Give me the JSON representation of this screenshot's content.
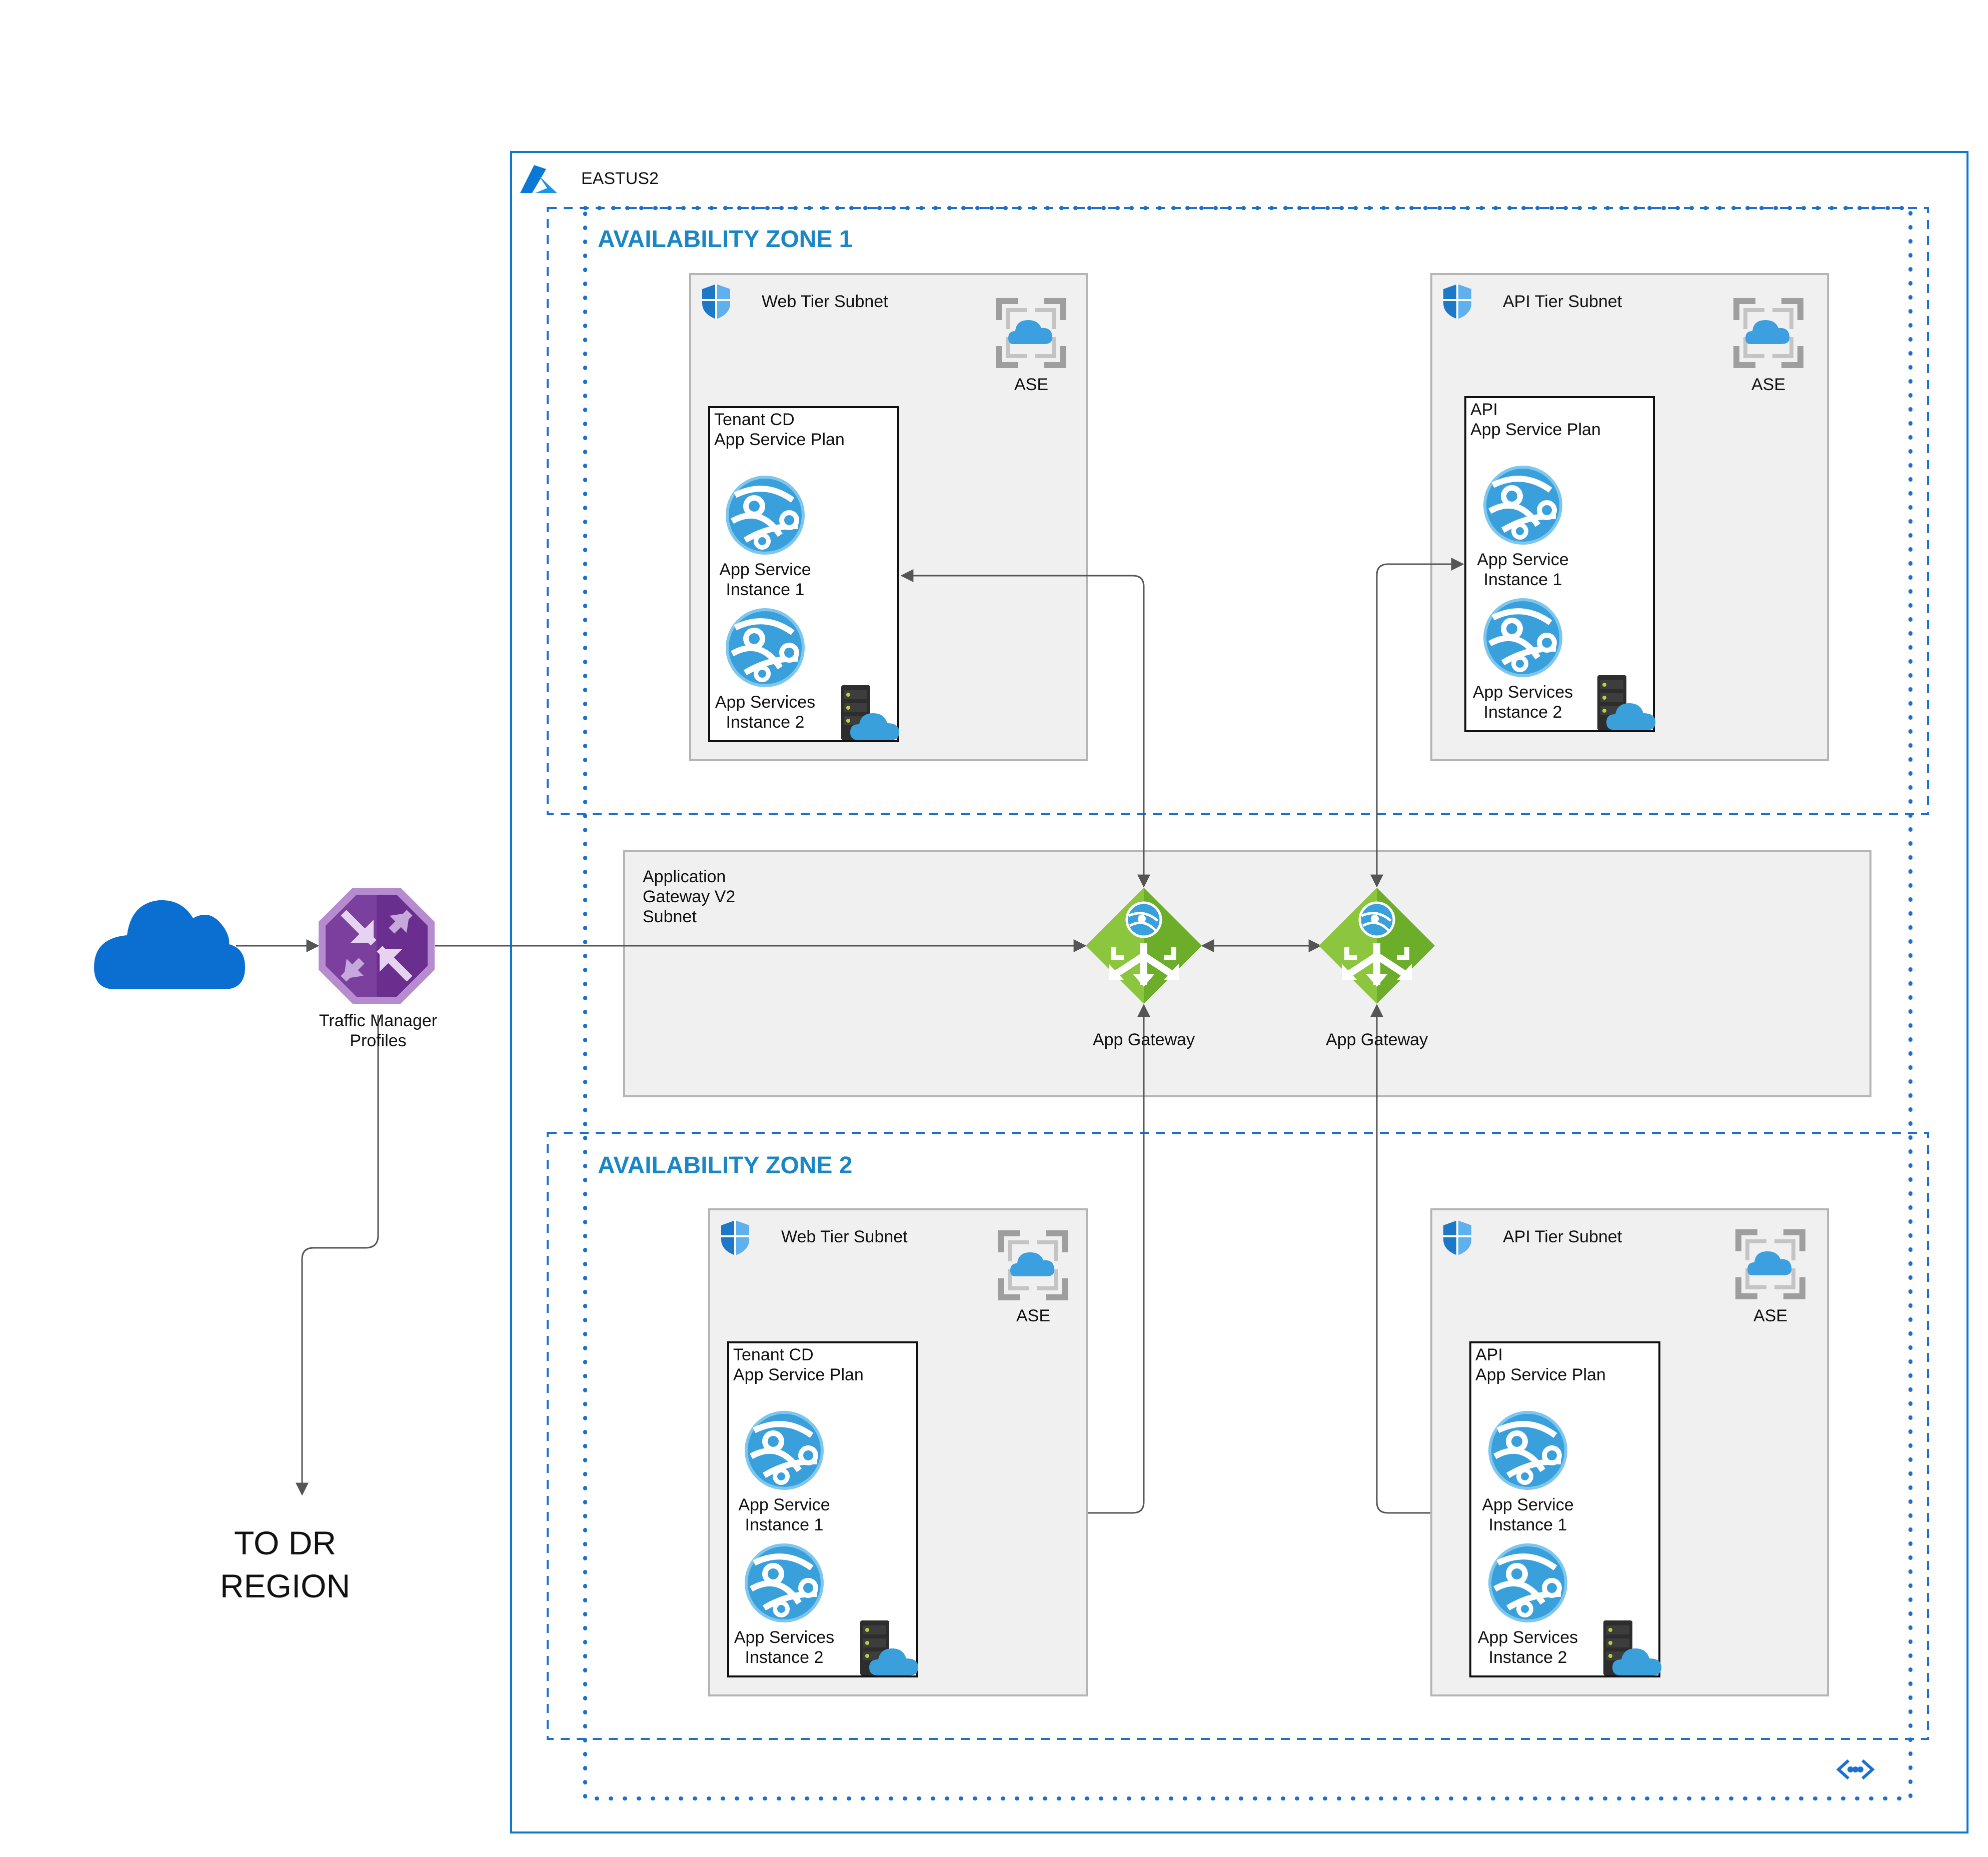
{
  "region": {
    "label": "EASTUS2",
    "color": "#0a78d4"
  },
  "zones": [
    {
      "title": "AVAILABILITY ZONE 1"
    },
    {
      "title": "AVAILABILITY ZONE 2"
    }
  ],
  "web_subnet": {
    "title": "Web Tier Subnet"
  },
  "api_subnet": {
    "title": "API Tier Subnet"
  },
  "ase": {
    "label": "ASE"
  },
  "web_plan": {
    "line1": "Tenant CD",
    "line2": "App Service Plan"
  },
  "api_plan": {
    "line1": "API",
    "line2": "App Service Plan"
  },
  "instance1": {
    "line1": "App Service",
    "line2": "Instance 1"
  },
  "instance2": {
    "line1": "App Services",
    "line2": "Instance 2"
  },
  "gateway_subnet": {
    "line1": "Application",
    "line2": "Gateway V2",
    "line3": "Subnet"
  },
  "gateway": {
    "label": "App Gateway"
  },
  "traffic_manager": {
    "line1": "Traffic Manager",
    "line2": "Profiles"
  },
  "dr": {
    "line1": "TO DR",
    "line2": "REGION"
  },
  "colors": {
    "azure_blue": "#0a78d4",
    "zone_blue": "#1b86c5",
    "subnet_fill": "#f0f0f0",
    "gateway_green": "#76b82a",
    "traffic_purple": "#7b3f9e",
    "cloud_blue": "#0a6fd1"
  },
  "icons": [
    "azure-logo-icon",
    "shield-icon",
    "ase-icon",
    "app-service-icon",
    "server-cloud-icon",
    "app-gateway-icon",
    "traffic-manager-icon",
    "internet-cloud-icon",
    "vnet-icon"
  ]
}
